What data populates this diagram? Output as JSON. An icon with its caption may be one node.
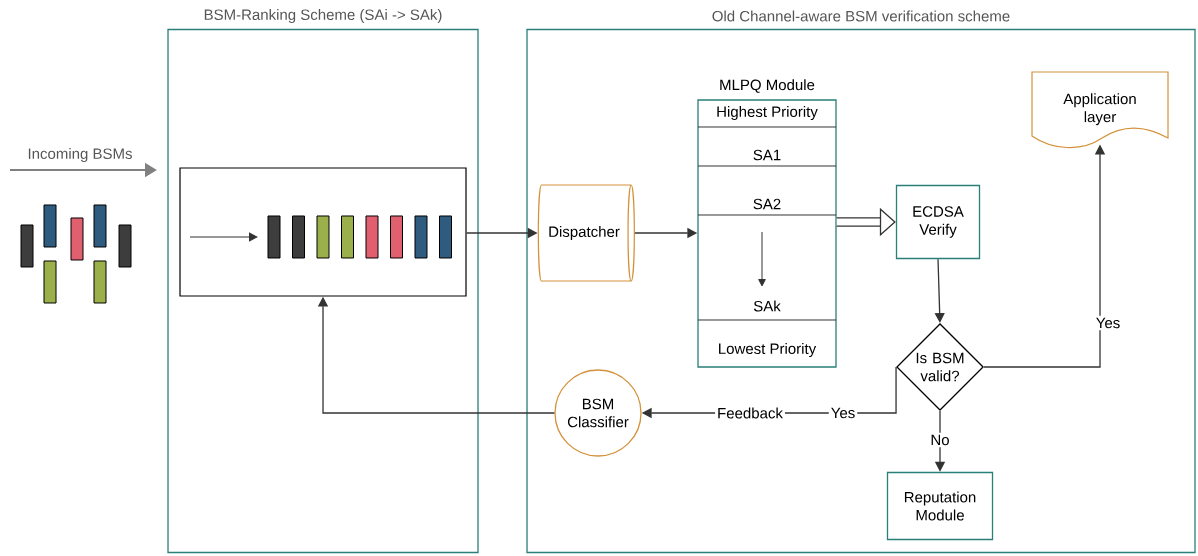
{
  "diagram": {
    "nodes": [
      {
        "text": [
          "BSM-Ranking Scheme (SAi -> SAk)"
        ]
      },
      {
        "text": [
          "Old Channel-aware BSM verification scheme"
        ]
      },
      {
        "text": [],
        "shape": "box",
        "in": 0
      },
      {
        "text": [
          "Dispatcher"
        ],
        "in": 1
      },
      {
        "text": [
          "MLPQ Module",
          "Highest Priority",
          "SA1",
          "SA2",
          "SAk",
          "Lowest Priority"
        ],
        "in": 1
      },
      {
        "text": [
          "ECDSA Verify"
        ],
        "in": 1
      },
      {
        "text": [
          "Application layer"
        ],
        "in": 1
      },
      {
        "text": [
          "Is BSM valid?"
        ],
        "in": 1
      },
      {
        "text": [
          "BSM Classifier"
        ],
        "in": 1
      },
      {
        "text": [
          "Reputation Module"
        ],
        "in": 1
      }
    ],
    "edges": [
      {
        "from": 2,
        "to": 3,
        "arrow": "to"
      },
      {
        "from": 3,
        "to": 4,
        "arrow": "to"
      },
      {
        "from": 4,
        "to": 5,
        "arrow": "to",
        "style": "thick"
      },
      {
        "from": 5,
        "to": 7,
        "arrow": "to"
      },
      {
        "from": 7,
        "to": 6,
        "arrow": "to",
        "label": "Yes"
      },
      {
        "from": 7,
        "to": 8,
        "arrow": "to",
        "label": "Yes"
      },
      {
        "from": 7,
        "to": 9,
        "arrow": "to",
        "label": "No"
      },
      {
        "from": 8,
        "to": 2,
        "arrow": "to"
      }
    ],
    "labels": [
      "Incoming BSMs",
      "Feedback"
    ]
  }
}
